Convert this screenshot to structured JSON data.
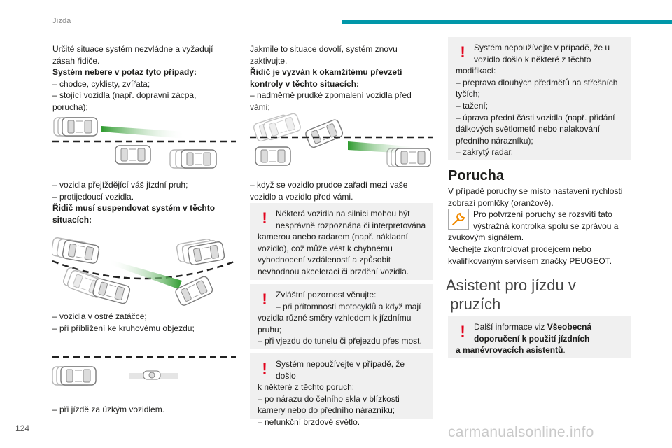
{
  "header": {
    "section": "Jízda",
    "page_number": "124",
    "watermark": "carmanualsonline.info"
  },
  "col1": {
    "intro": [
      "Určité situace systém nezvládne a vyžadují",
      "zásah řidiče."
    ],
    "brake_title": "Systém nebere v potaz tyto případy:",
    "brake_items": [
      "– chodce, cyklisty, zvířata;",
      "– stojící vozidla (např. dopravní zácpa,",
      "porucha);"
    ],
    "list2": [
      "– vozidla přejíždějící váš jízdní pruh;",
      "– protijedoucí vozidla."
    ],
    "suspend_title": [
      "Řidič musí suspendovat systém v těchto",
      "situacích:"
    ],
    "list3": [
      "– vozidla v ostré zatáčce;",
      "– při přiblížení ke kruhovému objezdu;"
    ],
    "list4": "– při jízdě za úzkým vozidlem."
  },
  "col2": {
    "intro": [
      "Jakmile to situace dovolí, systém znovu",
      "zaktivujte."
    ],
    "invite_title": [
      "Řidič je vyzván k okamžitému převzetí",
      "kontroly v těchto situacích:"
    ],
    "invite_items": [
      "– nadměrně prudké zpomalení vozidla před",
      "vámi;"
    ],
    "list2": [
      "– když se vozidlo prudce zařadí mezi vaše",
      "vozidlo a vozidlo před vámi."
    ],
    "warn1": [
      "Některá vozidla na silnici mohou být",
      "nesprávně rozpoznána či interpretována",
      "kamerou anebo radarem (např. nákladní",
      "vozidlo), což může vést k chybnému",
      "vyhodnocení vzdáleností a způsobit",
      "nevhodnou akceleraci či brzdění vozidla."
    ],
    "warn2": [
      "Zvláštní pozornost věnujte:",
      "– při přítomnosti motocyklů a když mají",
      "vozidla různé směry vzhledem k jízdnímu",
      "pruhu;",
      "– při vjezdu do tunelu či přejezdu přes most."
    ],
    "warn3": [
      "Systém nepoužívejte v případě, že došlo",
      "k některé z těchto poruch:",
      "– po nárazu do čelního skla v blízkosti",
      "kamery nebo do předního nárazníku;",
      "– nefunkční brzdové světlo."
    ]
  },
  "col3": {
    "warn": [
      "Systém nepoužívejte v případě, že u",
      "vozidlo došlo k některé z těchto",
      "modifikací:",
      "– přeprava dlouhých předmětů na střešních",
      "tyčích;",
      "– tažení;",
      "– úprava přední části vozidla (např. přidání",
      "dálkových světlometů nebo nalakování",
      "předního nárazníku);",
      "– zakrytý radar."
    ],
    "porucha_title": "Porucha",
    "porucha_text": [
      "V případě poruchy se místo nastavení rychlosti",
      "zobrazí pomlčky (oranžově)."
    ],
    "porucha_icon_text": [
      "Pro potvrzení poruchy se rozsvítí tato",
      "výstražná kontrolka spolu se zprávou a",
      "zvukovým signálem."
    ],
    "porucha_end": [
      "Nechejte zkontrolovat prodejcem nebo",
      "kvalifikovaným servisem značky PEUGEOT."
    ],
    "asist_title": [
      "Asistent pro jízdu v",
      "pruzích"
    ],
    "info_pre": "Další informace viz ",
    "info_bold1": "Všeobecná",
    "info_bold2": "doporučení k použití jízdních",
    "info_bold3": "a manévrovacích asistentů",
    "info_post": "."
  },
  "colors": {
    "accent": "#0097a9",
    "warning": "#e2001a",
    "beam": "#3aa636"
  }
}
